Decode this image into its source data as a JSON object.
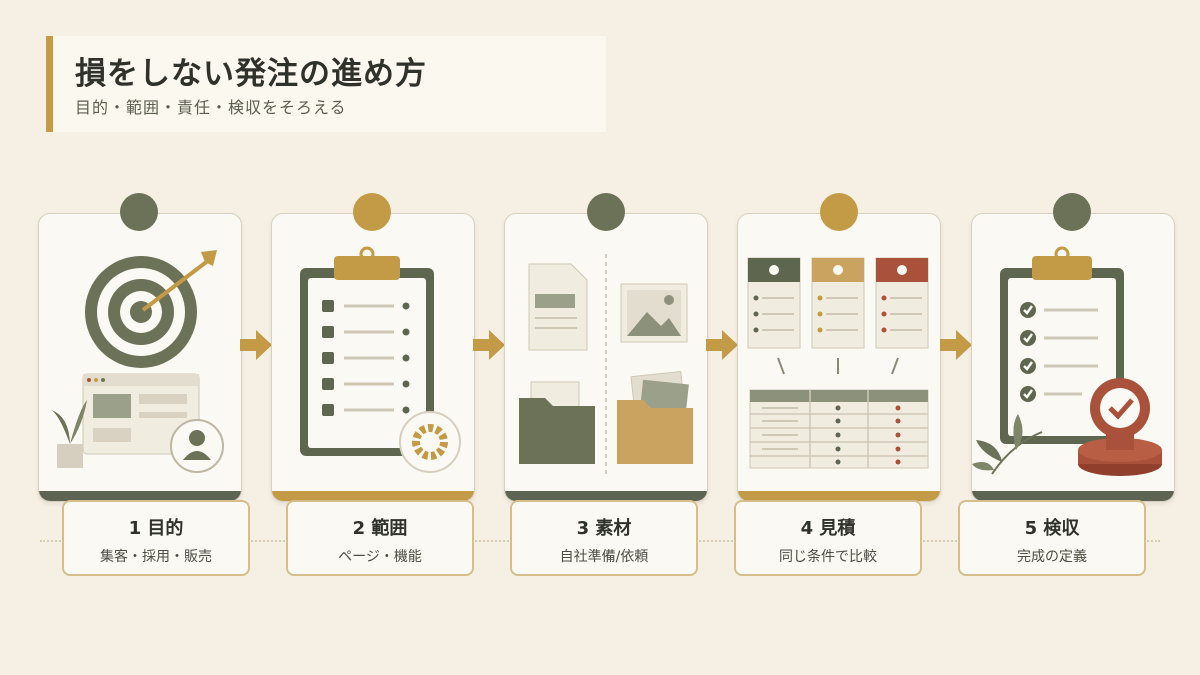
{
  "header": {
    "title": "損をしない発注の進め方",
    "subtitle": "目的・範囲・責任・検収をそろえる"
  },
  "colors": {
    "olive": "#6b7257",
    "gold": "#c39a45",
    "rust": "#a9513a",
    "background": "#f6f0e4"
  },
  "steps": [
    {
      "number": "1",
      "name": "目的",
      "title": "1 目的",
      "desc": "集客・採用・販売",
      "icon": "target-icon"
    },
    {
      "number": "2",
      "name": "範囲",
      "title": "2 範囲",
      "desc": "ページ・機能",
      "icon": "clipboard-gear-icon"
    },
    {
      "number": "3",
      "name": "素材",
      "title": "3 素材",
      "desc": "自社準備/依頼",
      "icon": "folders-icon"
    },
    {
      "number": "4",
      "name": "見積",
      "title": "4 見積",
      "desc": "同じ条件で比較",
      "icon": "comparison-table-icon"
    },
    {
      "number": "5",
      "name": "検収",
      "title": "5 検収",
      "desc": "完成の定義",
      "icon": "checklist-stamp-icon"
    }
  ]
}
